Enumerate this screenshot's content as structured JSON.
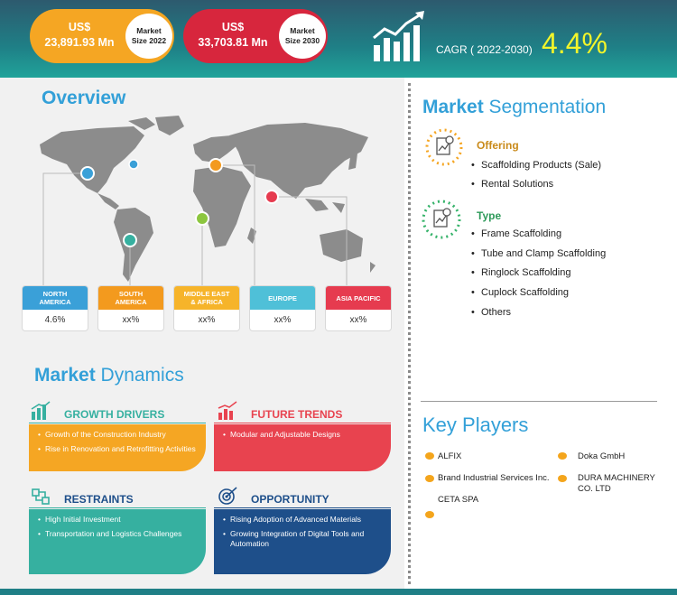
{
  "header": {
    "market_size_2022": {
      "currency": "US$",
      "value": "23,891.93 Mn",
      "label_line1": "Market",
      "label_line2": "Size 2022"
    },
    "market_size_2030": {
      "currency": "US$",
      "value": "33,703.81 Mn",
      "label_line1": "Market",
      "label_line2": "Size 2030"
    },
    "cagr_label": "CAGR ( 2022-2030)",
    "cagr_value": "4.4%"
  },
  "overview": {
    "title": "Overview",
    "regions": [
      {
        "name_line1": "NORTH",
        "name_line2": "AMERICA",
        "value": "4.6%",
        "color": "#3aa0d8"
      },
      {
        "name_line1": "SOUTH",
        "name_line2": "AMERICA",
        "value": "xx%",
        "color": "#f39a1e"
      },
      {
        "name_line1": "MIDDLE EAST",
        "name_line2": "& AFRICA",
        "value": "xx%",
        "color": "#f6b42a"
      },
      {
        "name_line1": "EUROPE",
        "name_line2": "",
        "value": "xx%",
        "color": "#4fc0d8"
      },
      {
        "name_line1": "ASIA PACIFIC",
        "name_line2": "",
        "value": "xx%",
        "color": "#e63b4f"
      }
    ]
  },
  "dynamics": {
    "title_a": "Market",
    "title_b": " Dynamics",
    "growth_drivers": {
      "title": "GROWTH DRIVERS",
      "items": [
        "Growth of the Construction Industry",
        "Rise in Renovation and Retrofitting Activities"
      ]
    },
    "future_trends": {
      "title": "FUTURE TRENDS",
      "items": [
        "Modular and Adjustable Designs"
      ]
    },
    "restraints": {
      "title": "RESTRAINTS",
      "items": [
        "High Initial Investment",
        "Transportation and Logistics Challenges"
      ]
    },
    "opportunity": {
      "title": "OPPORTUNITY",
      "items": [
        "Rising Adoption of Advanced Materials",
        "Growing Integration of Digital Tools and Automation"
      ]
    }
  },
  "segmentation": {
    "title_a": "Market",
    "title_b": " Segmentation",
    "offering": {
      "title": "Offering",
      "items": [
        "Scaffolding Products (Sale)",
        "Rental Solutions"
      ]
    },
    "type": {
      "title": "Type",
      "items": [
        "Frame Scaffolding",
        "Tube and Clamp Scaffolding",
        "Ringlock Scaffolding",
        "Cuplock Scaffolding",
        "Others"
      ]
    }
  },
  "key_players": {
    "title": "Key Players",
    "items": [
      "ALFIX",
      "Brand Industrial Services Inc.",
      "CETA SPA",
      "Doka GmbH",
      "DURA MACHINERY CO. LTD"
    ]
  },
  "colors": {
    "teal": "#1f7f86",
    "blue": "#33a0d8",
    "orange": "#f39a1e",
    "red": "#e8434f",
    "green": "#36b0a0",
    "navy": "#1e4f8a",
    "yellow": "#f3f52a"
  }
}
